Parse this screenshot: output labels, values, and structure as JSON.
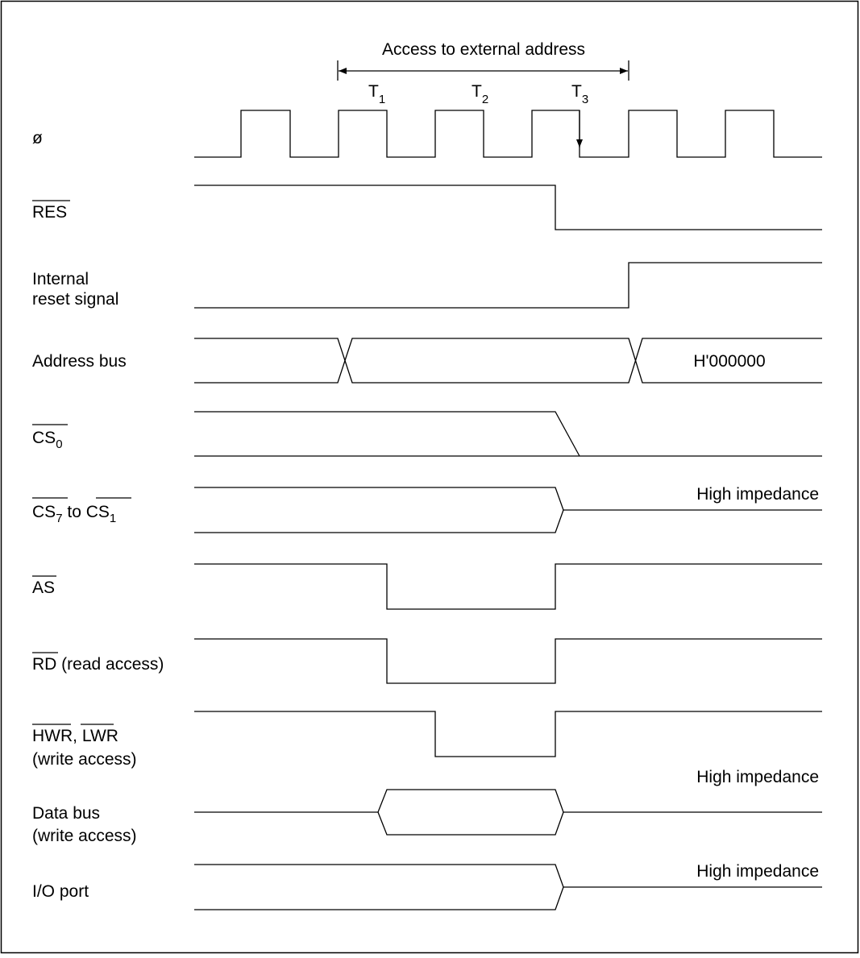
{
  "title": "Access to external address",
  "clock_labels": {
    "t1": "T",
    "t1_sub": "1",
    "t2": "T",
    "t2_sub": "2",
    "t3": "T",
    "t3_sub": "3"
  },
  "signals": {
    "phi": {
      "label": "ø"
    },
    "res": {
      "label": "RES"
    },
    "internal_reset": {
      "label_line1": "Internal",
      "label_line2": "reset signal"
    },
    "address_bus": {
      "label": "Address bus",
      "value": "H'000000"
    },
    "cs0": {
      "label": "CS",
      "sub": "0"
    },
    "cs7_cs1": {
      "label_a": "CS",
      "sub_a": "7",
      "mid": " to ",
      "label_b": "CS",
      "sub_b": "1",
      "state": "High impedance"
    },
    "as": {
      "label": "AS"
    },
    "rd": {
      "label": "RD",
      "suffix": " (read access)"
    },
    "hwr_lwr": {
      "label_a": "HWR",
      "sep": ", ",
      "label_b": "LWR",
      "line2": "(write access)"
    },
    "data_bus": {
      "label_line1": "Data bus",
      "label_line2": "(write access)",
      "state": "High impedance"
    },
    "io_port": {
      "label": "I/O port",
      "state": "High impedance"
    }
  }
}
